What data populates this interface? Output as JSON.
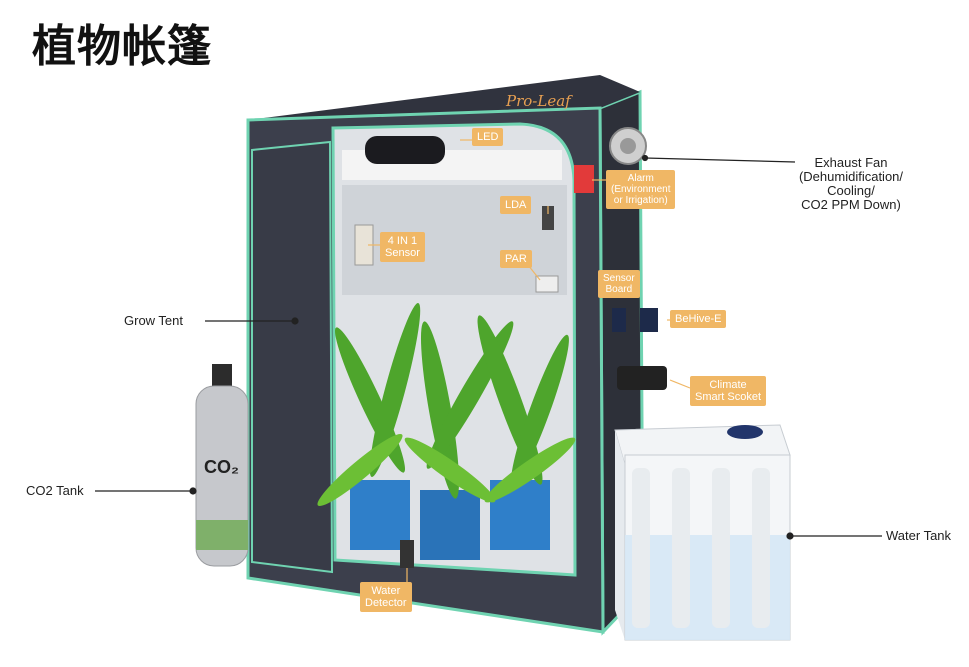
{
  "page": {
    "title": "植物帐篷"
  },
  "brand": {
    "name": "Pro-Leaf"
  },
  "labels": {
    "exhaust_fan": "Exhaust Fan\n(Dehumidification/\nCooling/\nCO2 PPM Down)",
    "grow_tent": "Grow Tent",
    "co2_tank": "CO2 Tank",
    "water_tank": "Water Tank"
  },
  "tags": {
    "led": "LED",
    "alarm": "Alarm\n(Environment\nor Irrigation)",
    "lda": "LDA",
    "sensor_4in1": "4 IN 1\nSensor",
    "par": "PAR",
    "sensor_board": "Sensor\nBoard",
    "behive": "BeHive-E",
    "climate_socket": "Climate\nSmart Scoket",
    "water_detector": "Water\nDetector"
  },
  "cylinder": {
    "text": "CO₂"
  },
  "colors": {
    "tent_body": "#3c3f4c",
    "tent_trim": "#6fd3b1",
    "tag_bg": "#f0b765",
    "leaf_green": "#4ea52c",
    "pot_blue": "#2f7fc9"
  }
}
